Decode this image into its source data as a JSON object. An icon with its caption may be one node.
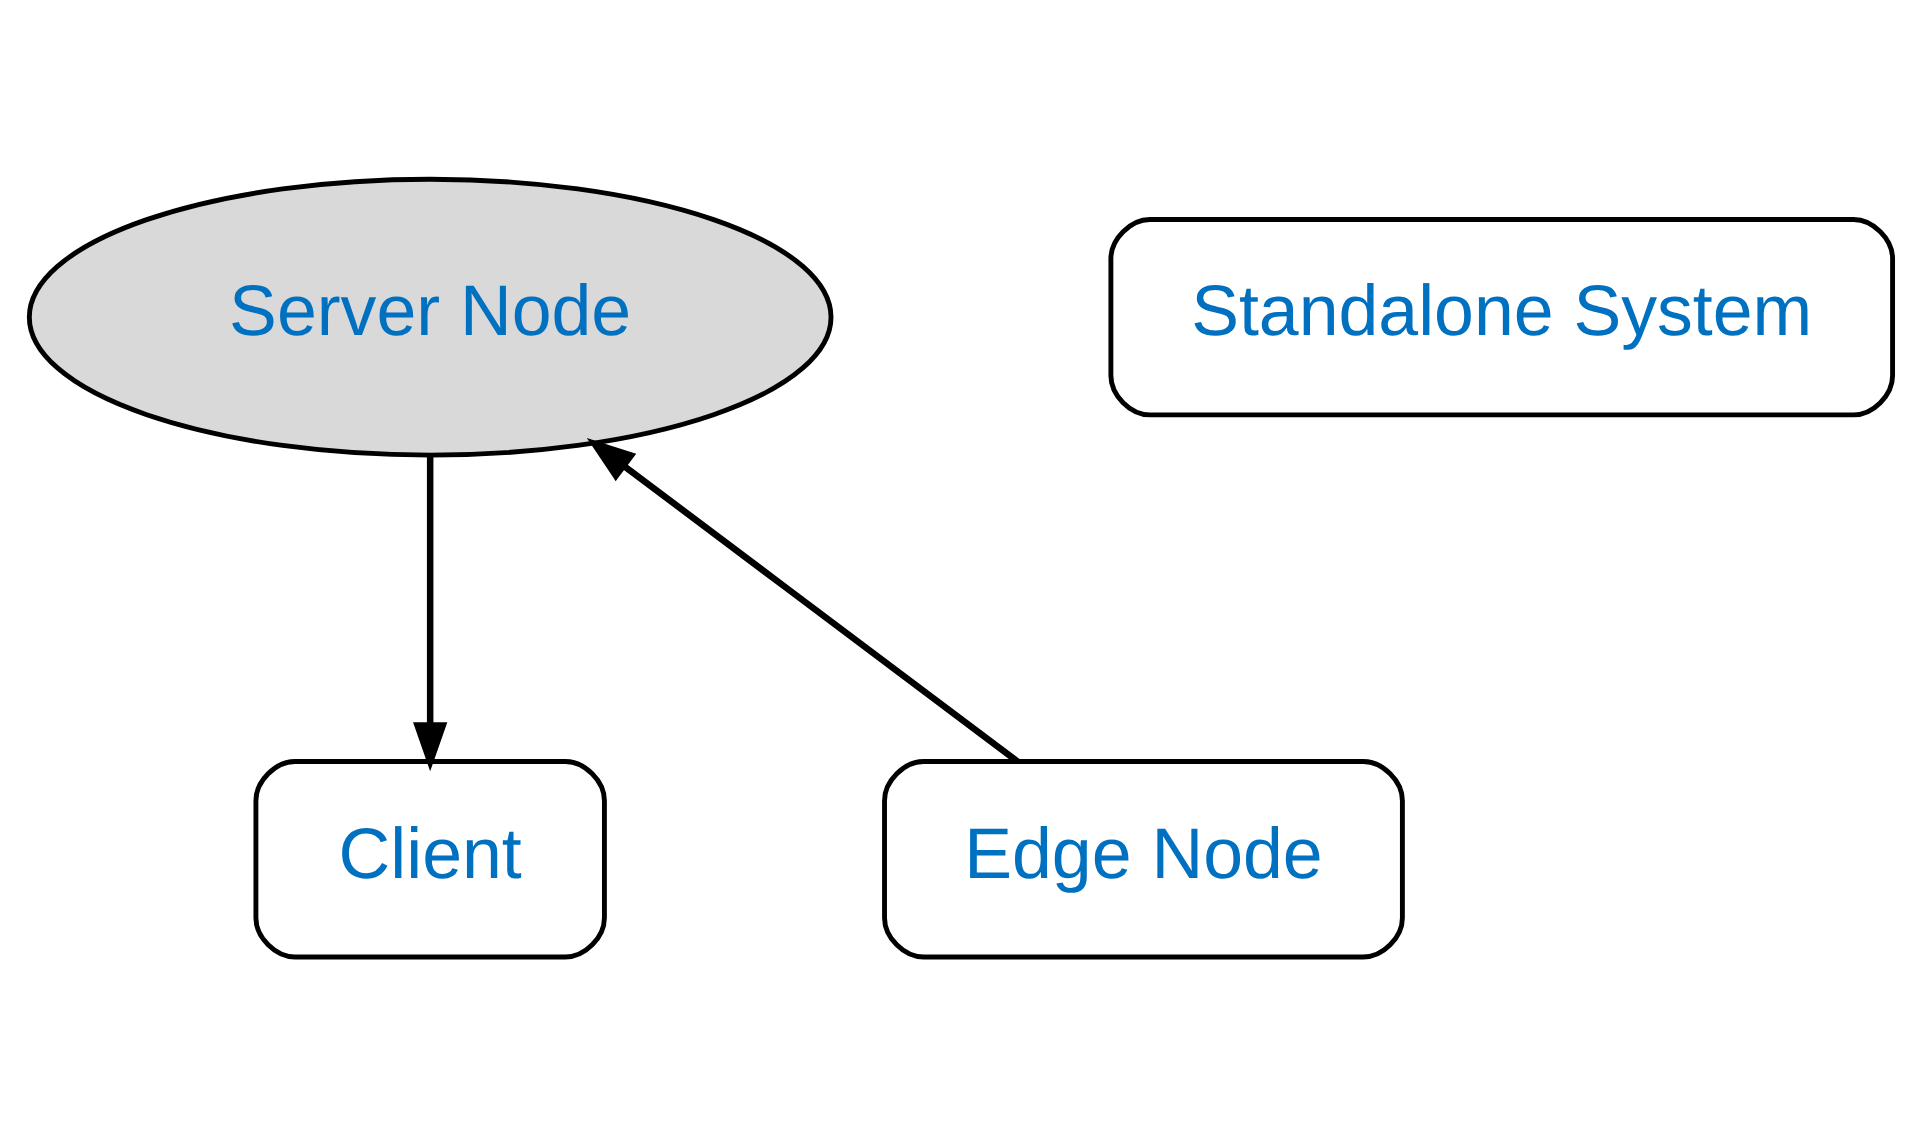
{
  "diagram": {
    "nodes": [
      {
        "text": [
          "Server Node"
        ]
      },
      {
        "text": [
          "Client"
        ]
      },
      {
        "text": [
          "Edge Node"
        ]
      },
      {
        "text": [
          "Standalone System"
        ]
      }
    ],
    "edges": [
      {
        "from": 0,
        "to": 1,
        "arrow": "to"
      },
      {
        "from": 2,
        "to": 0,
        "arrow": "to"
      }
    ]
  }
}
